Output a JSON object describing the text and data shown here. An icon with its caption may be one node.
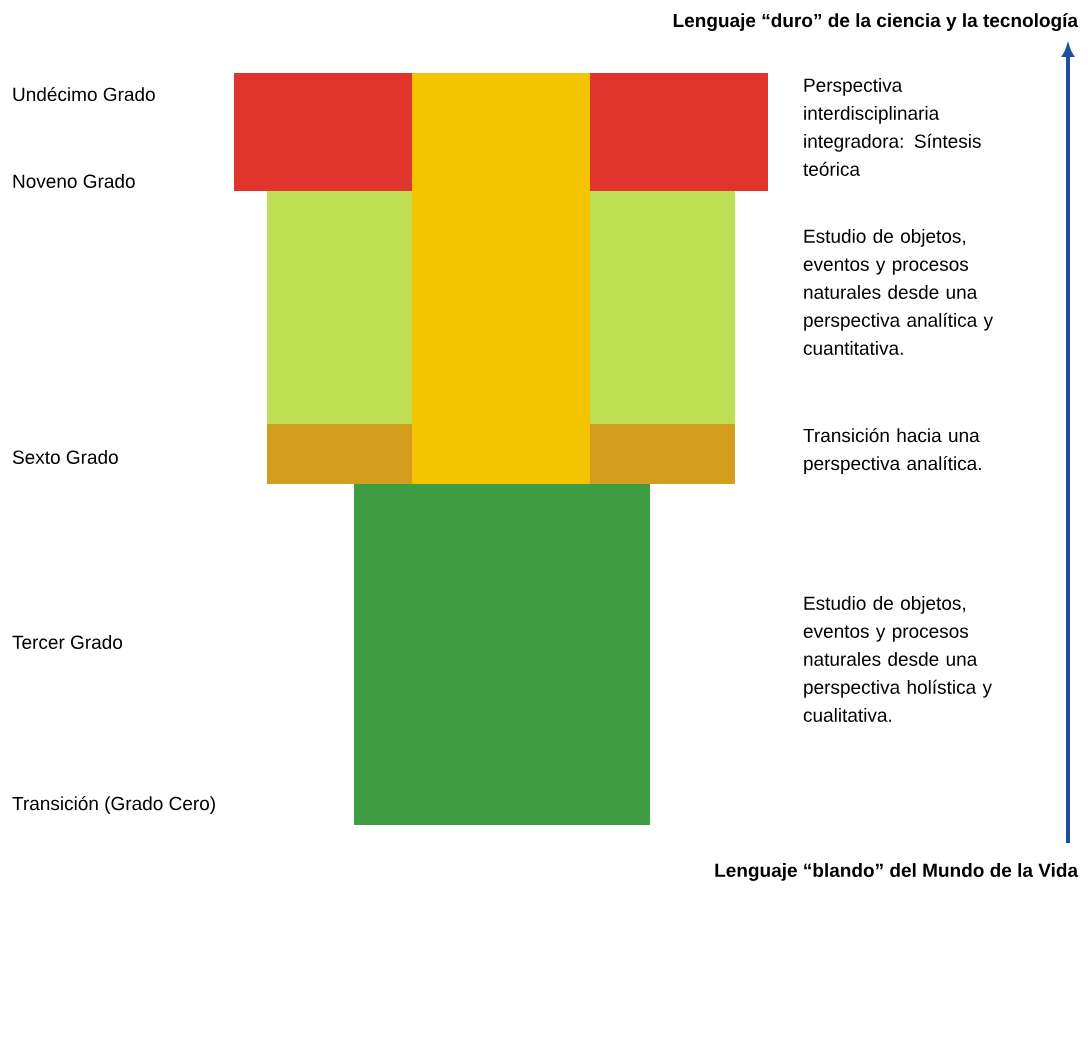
{
  "diagram": {
    "nodes": [
      {
        "text": [
          "Lenguaje “duro” de la ciencia y la tecnología"
        ]
      },
      {
        "text": [],
        "shape": "box"
      },
      {
        "text": [],
        "shape": "box"
      },
      {
        "text": [],
        "shape": "box"
      },
      {
        "text": [],
        "shape": "box"
      },
      {
        "text": [],
        "shape": "box"
      },
      {
        "text": [],
        "shape": "box"
      },
      {
        "text": [],
        "shape": "box"
      },
      {
        "text": [],
        "shape": "box"
      },
      {
        "text": [
          "Lenguaje “blando” del Mundo de la Vida"
        ]
      }
    ],
    "edges": [
      {
        "from": 9,
        "to": 0,
        "arrow": "to"
      }
    ],
    "labels": [
      "Undécimo Grado",
      "Perspectiva interdisciplinaria integradora: Síntesis teórica",
      "Noveno Grado",
      "Estudio de objetos, eventos y procesos naturales desde una perspectiva analítica y cuantitativa.",
      "Sexto Grado",
      "Transición hacia una perspectiva analítica.",
      "Tercer Grado",
      "Estudio de objetos, eventos y procesos naturales desde una perspectiva holística y cualitativa.",
      "Transición  (Grado Cero)"
    ]
  }
}
